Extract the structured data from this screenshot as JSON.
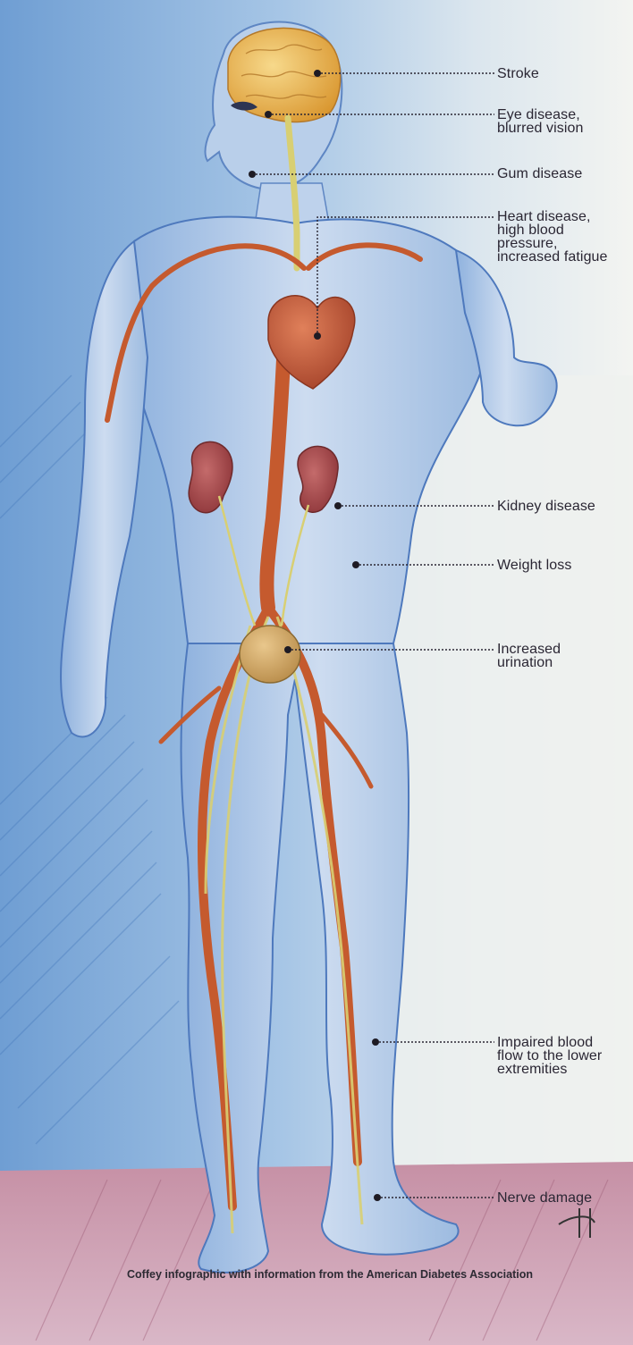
{
  "annotations": [
    {
      "id": "stroke",
      "lines": [
        "Stroke"
      ]
    },
    {
      "id": "eye",
      "lines": [
        "Eye disease,",
        "blurred vision"
      ]
    },
    {
      "id": "gum",
      "lines": [
        "Gum disease"
      ]
    },
    {
      "id": "heart",
      "lines": [
        "Heart disease,",
        "high blood",
        "pressure,",
        "increased fatigue"
      ]
    },
    {
      "id": "kidney",
      "lines": [
        "Kidney disease"
      ]
    },
    {
      "id": "weight",
      "lines": [
        "Weight loss"
      ]
    },
    {
      "id": "urination",
      "lines": [
        "Increased",
        "urination"
      ]
    },
    {
      "id": "bloodflow",
      "lines": [
        "Impaired blood",
        "flow to the lower",
        "extremities"
      ]
    },
    {
      "id": "nerve",
      "lines": [
        "Nerve damage"
      ]
    }
  ],
  "credit": "Coffey infographic with information from the American Diabetes Association",
  "colors": {
    "background_blue": "#9ec2e6",
    "background_light": "#f1f3f1",
    "floor": "#c48fa6",
    "skin": "#c3d7ee",
    "artery": "#c55a2e",
    "organ": "#b24b3e",
    "brain": "#e7b14e",
    "nerve": "#d8cf73",
    "label_text": "#2a2633"
  },
  "icons": [
    "brain",
    "heart",
    "kidney",
    "bladder",
    "artery",
    "nerve"
  ]
}
